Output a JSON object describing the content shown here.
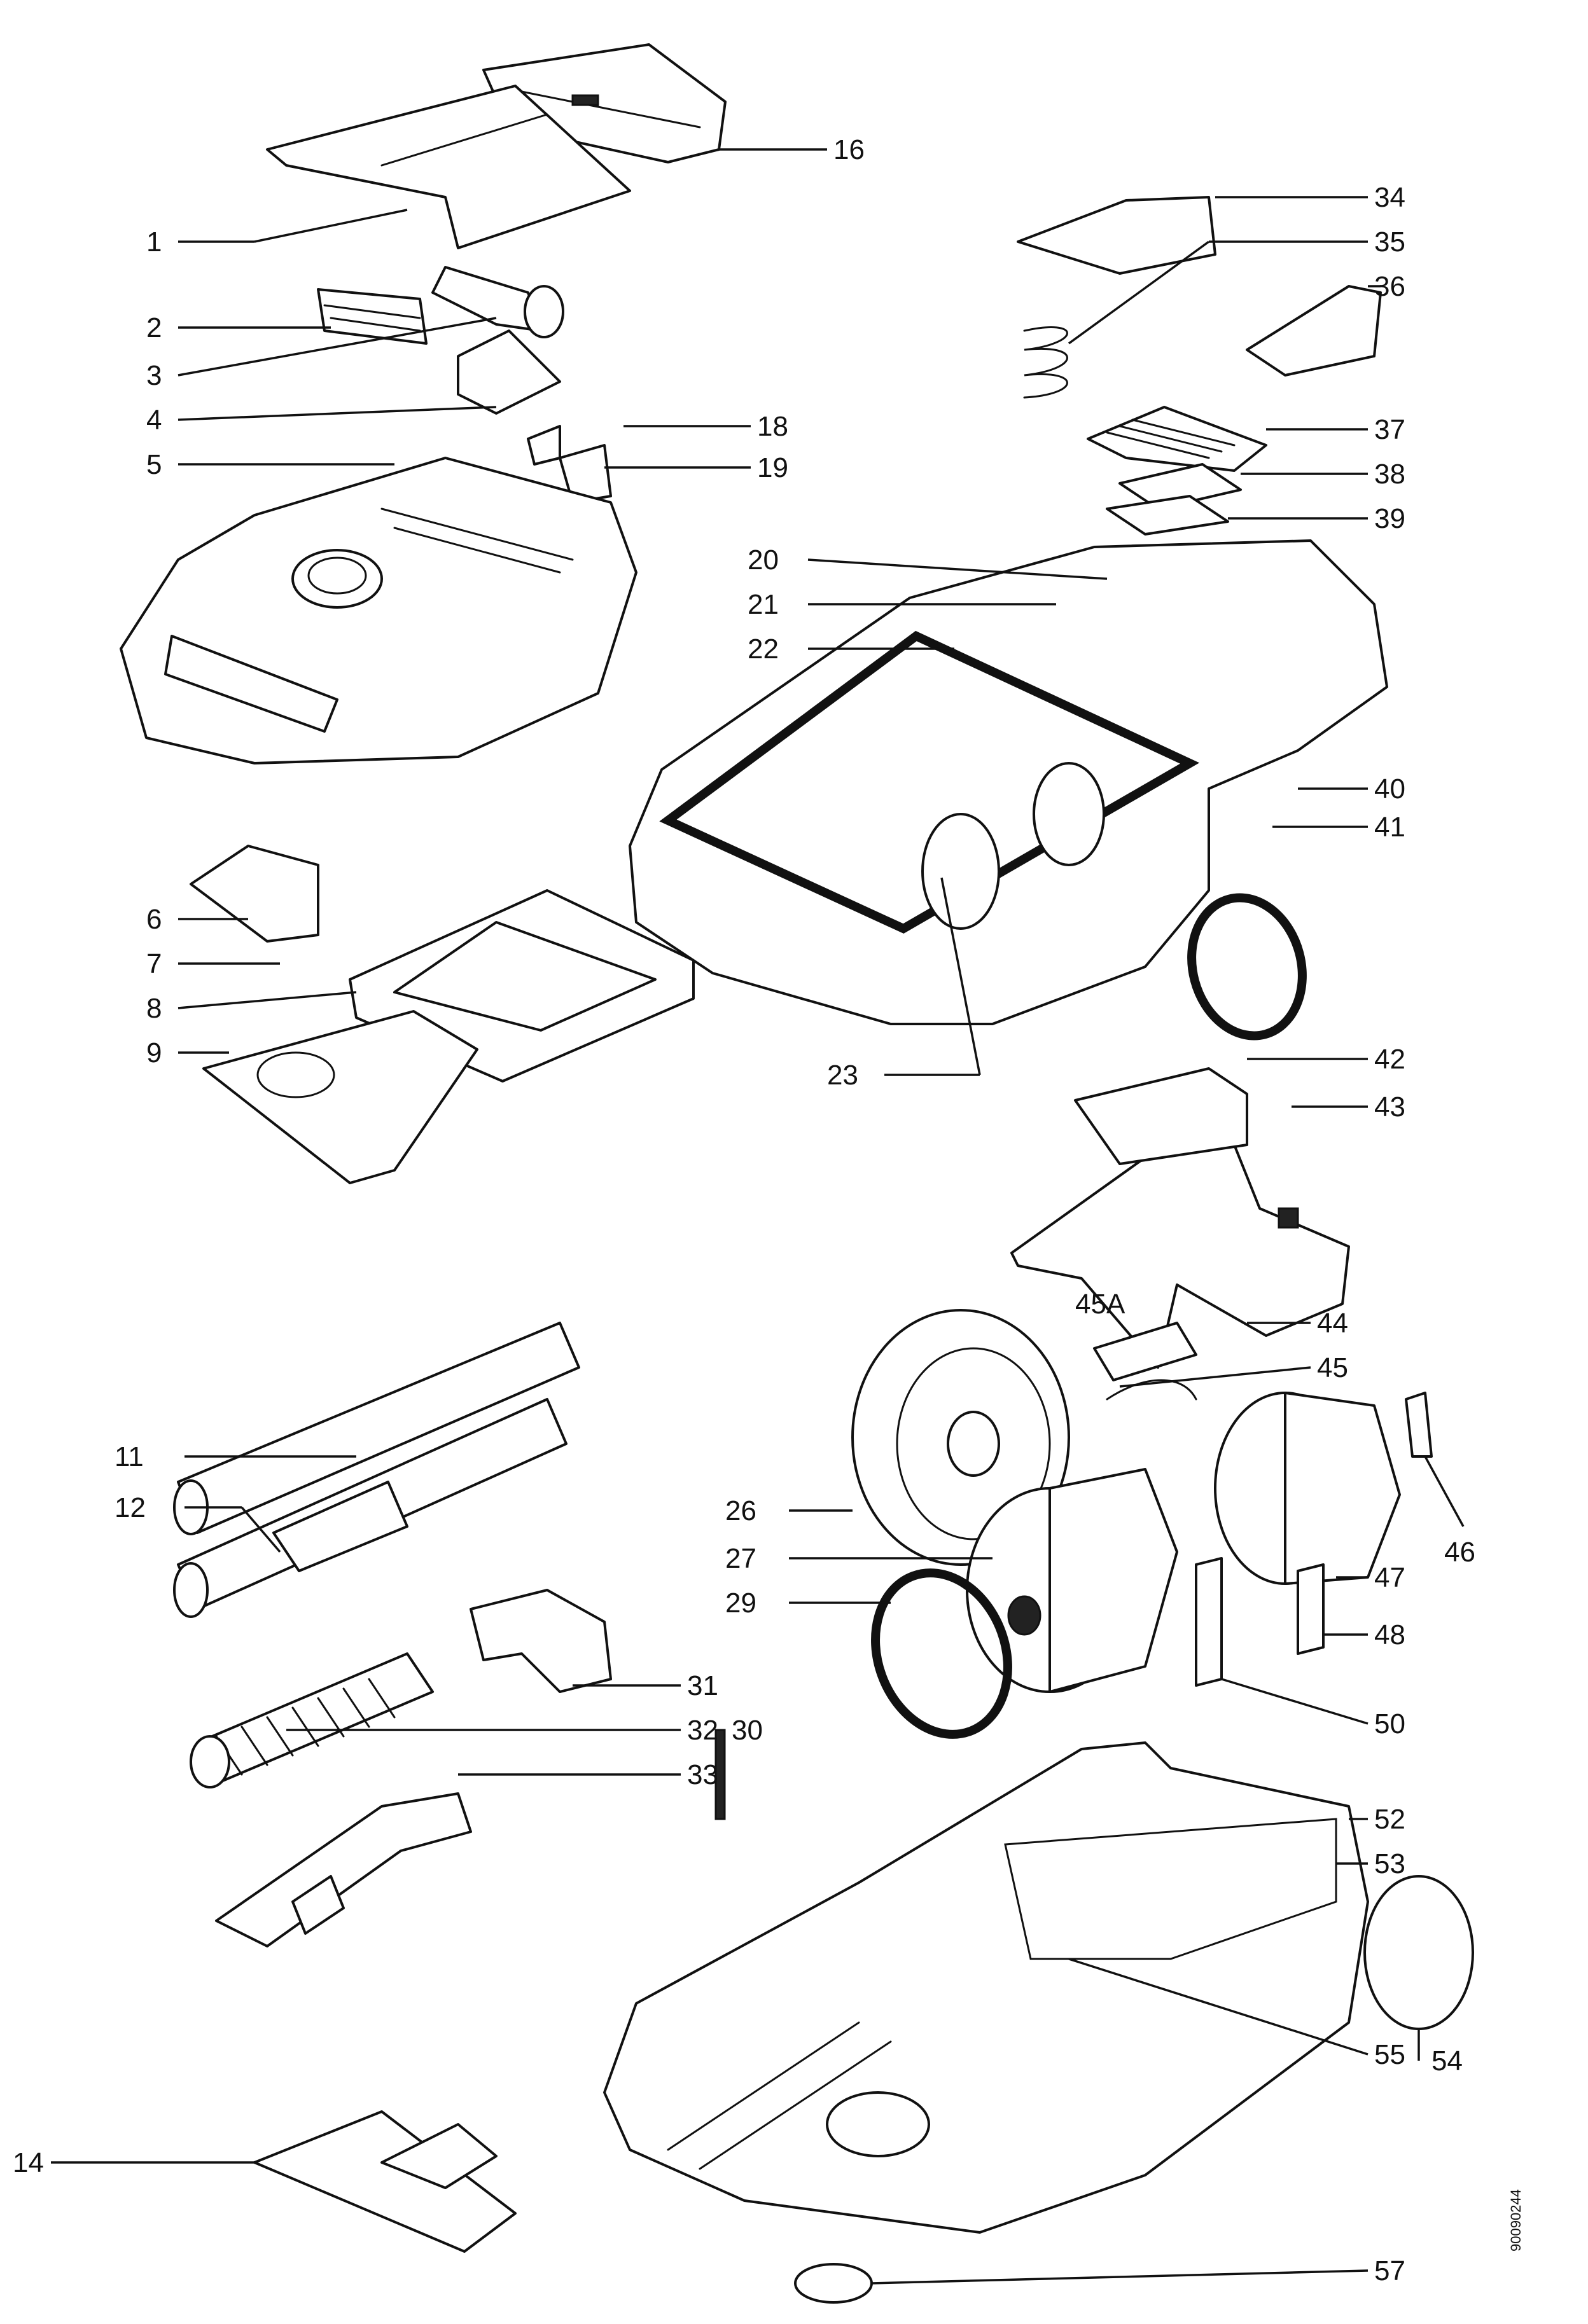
{
  "labels": {
    "p1": "1",
    "p2": "2",
    "p3": "3",
    "p4": "4",
    "p5": "5",
    "p6": "6",
    "p7": "7",
    "p8": "8",
    "p9": "9",
    "p11": "11",
    "p12": "12",
    "p14": "14",
    "p16": "16",
    "p18": "18",
    "p19": "19",
    "p20": "20",
    "p21": "21",
    "p22": "22",
    "p23": "23",
    "p26": "26",
    "p27": "27",
    "p29": "29",
    "p30": "30",
    "p31": "31",
    "p32": "32",
    "p33": "33",
    "p34": "34",
    "p35": "35",
    "p36": "36",
    "p37": "37",
    "p38": "38",
    "p39": "39",
    "p40": "40",
    "p41": "41",
    "p42": "42",
    "p43": "43",
    "p44": "44",
    "p45a": "45A",
    "p45": "45",
    "p46": "46",
    "p47": "47",
    "p48": "48",
    "p50": "50",
    "p52": "52",
    "p53": "53",
    "p54": "54",
    "p55": "55",
    "p57": "57"
  },
  "drawing_code": "90090244"
}
